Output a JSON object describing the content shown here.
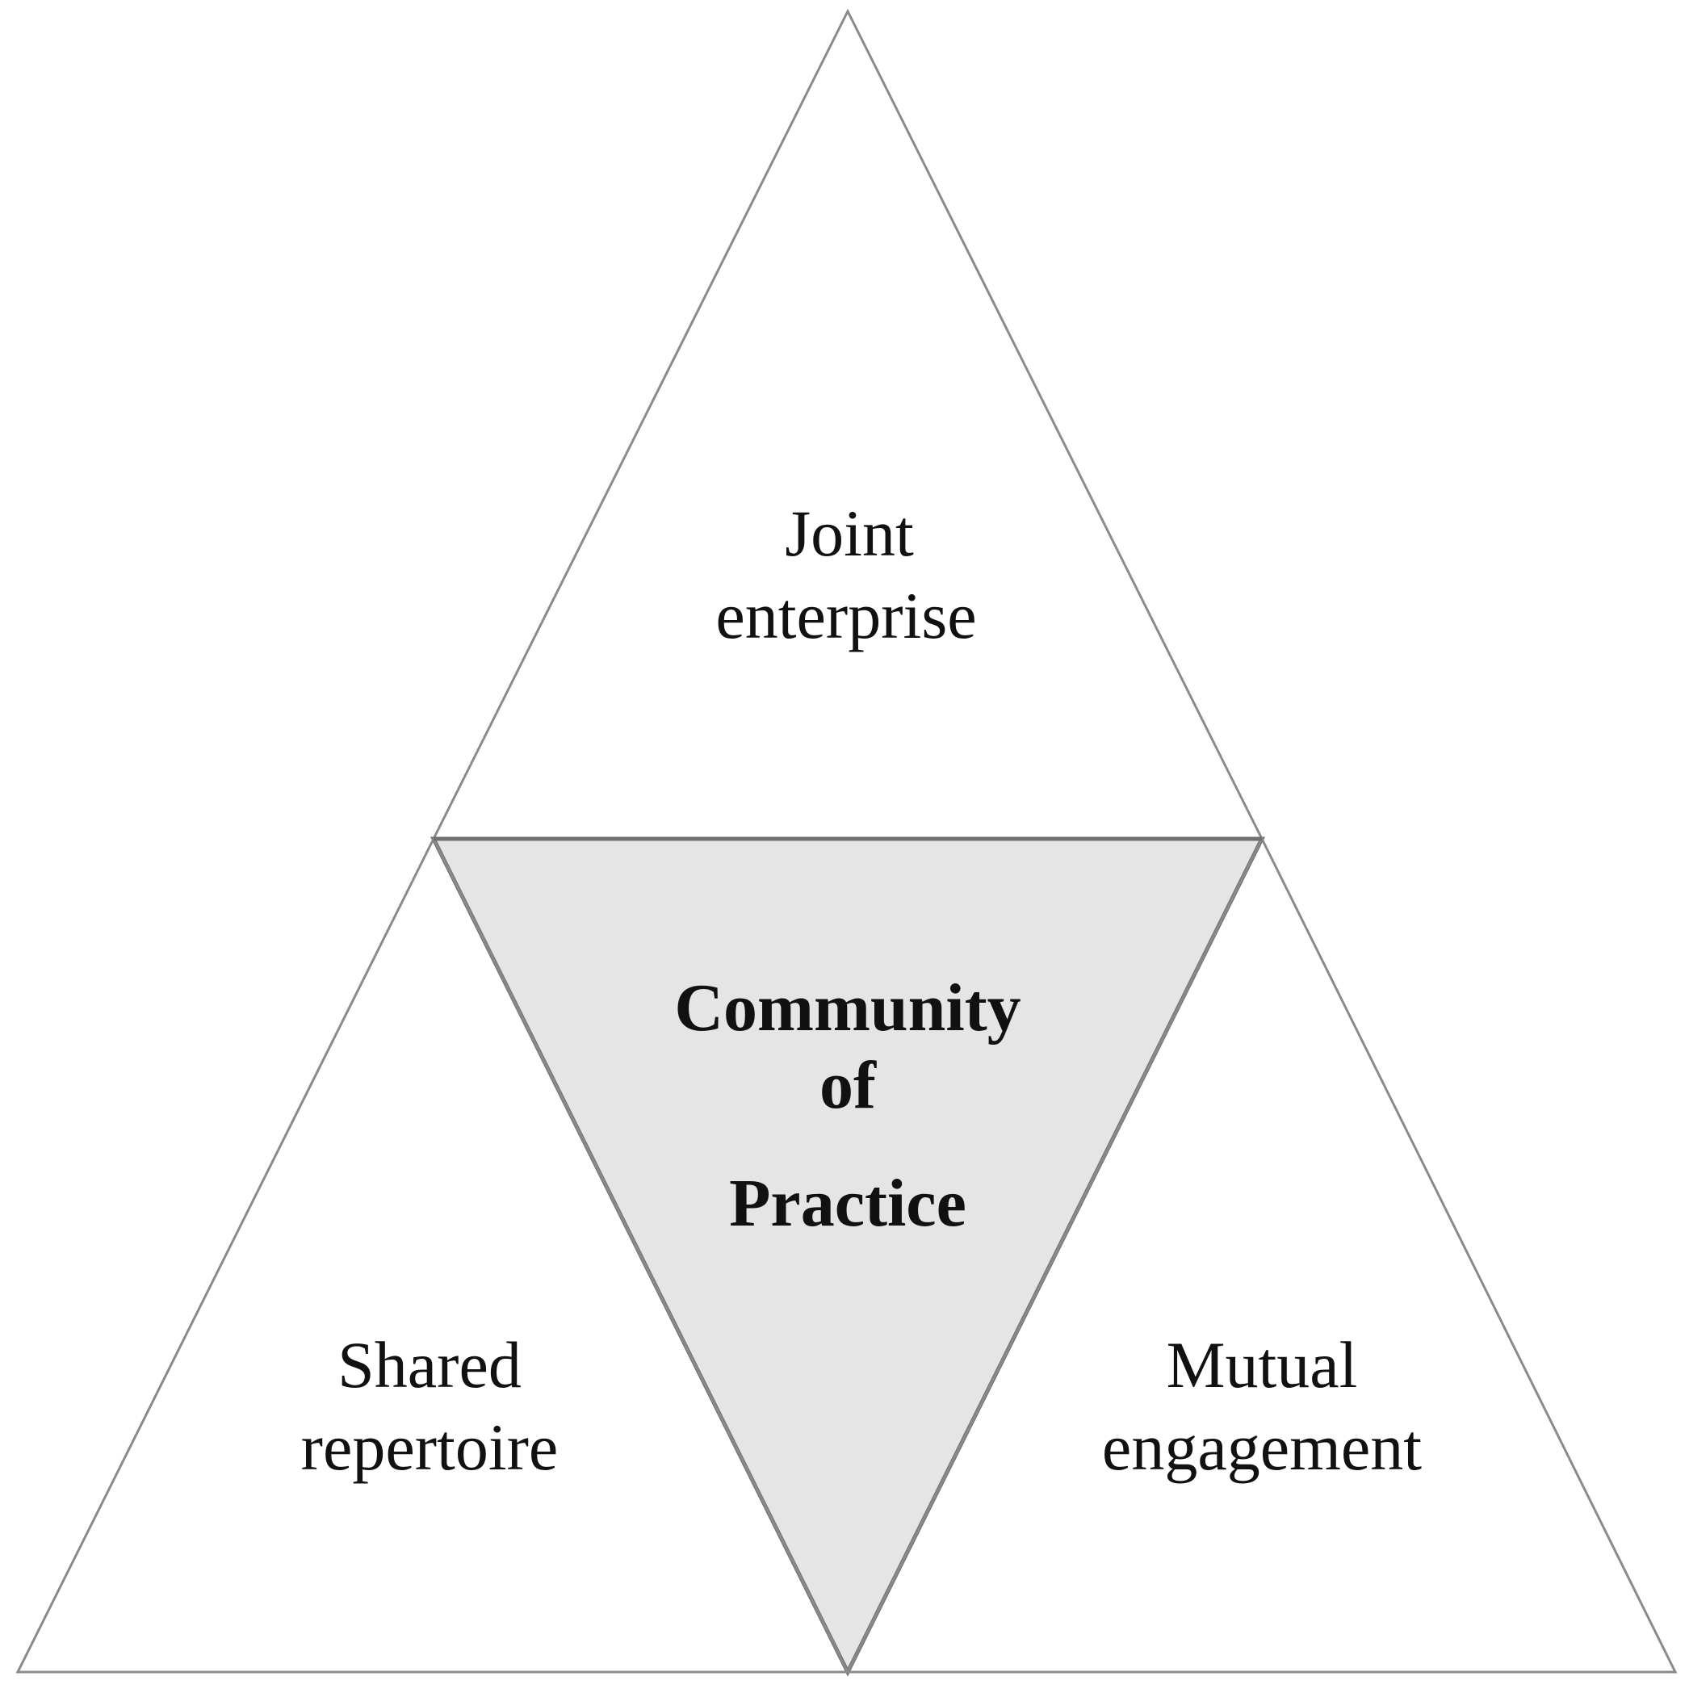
{
  "diagram": {
    "top": {
      "line1": "Joint",
      "line2": "enterprise"
    },
    "left": {
      "line1": "Shared",
      "line2": "repertoire"
    },
    "right": {
      "line1": "Mutual",
      "line2": "engagement"
    },
    "center": {
      "line1": "Community",
      "line2": "of",
      "line3": "Practice"
    }
  },
  "colors": {
    "outline": "#8a8a8a",
    "center_outline": "#6f6f6f",
    "center_fill": "#e5e5e5",
    "text": "#111111"
  }
}
